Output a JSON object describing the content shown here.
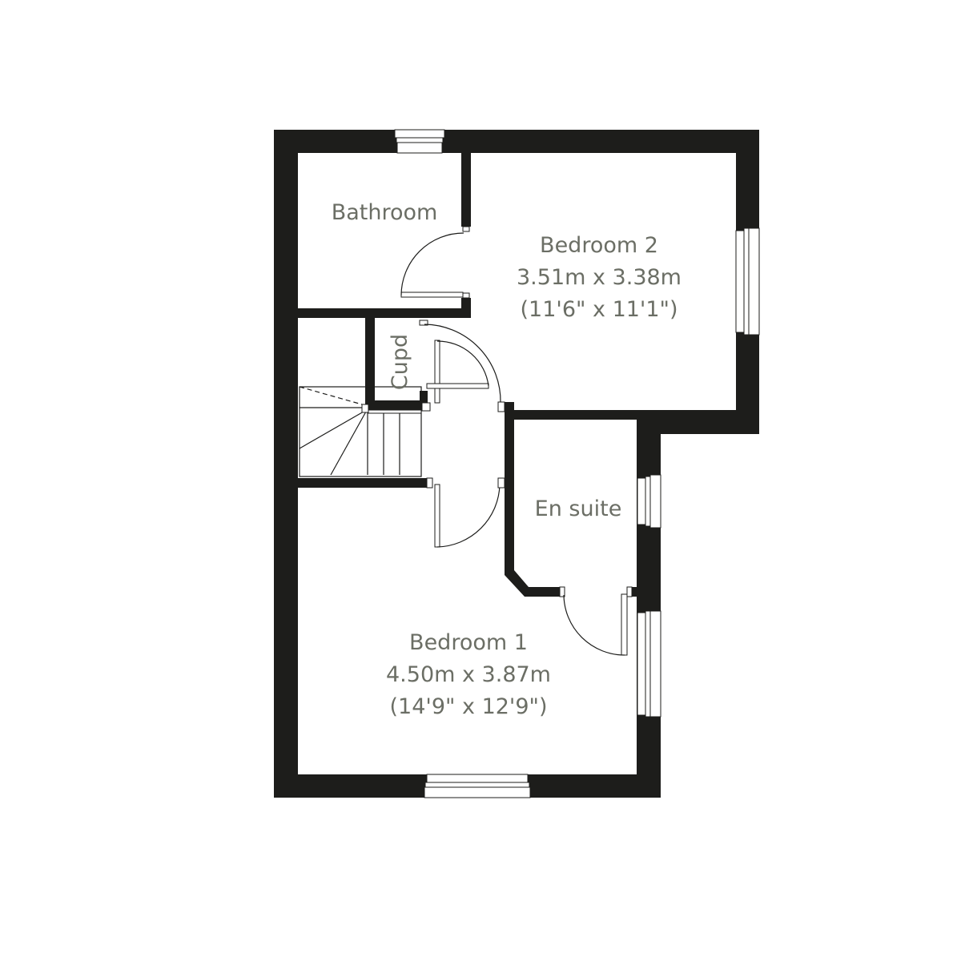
{
  "floorplan": {
    "colors": {
      "wall": "#1d1d1b",
      "label": "#6b6e65",
      "background": "#ffffff"
    },
    "rooms": [
      {
        "id": "bathroom",
        "name": "Bathroom",
        "dims_metric": "",
        "dims_imperial": ""
      },
      {
        "id": "bedroom2",
        "name": "Bedroom 2",
        "dims_metric": "3.51m x 3.38m",
        "dims_imperial": "(11'6\" x 11'1\")"
      },
      {
        "id": "cupd",
        "name": "Cupd",
        "dims_metric": "",
        "dims_imperial": ""
      },
      {
        "id": "ensuite",
        "name": "En suite",
        "dims_metric": "",
        "dims_imperial": ""
      },
      {
        "id": "bedroom1",
        "name": "Bedroom 1",
        "dims_metric": "4.50m x 3.87m",
        "dims_imperial": "(14'9\" x 12'9\")"
      }
    ],
    "features": {
      "windows": [
        "bathroom-top",
        "bedroom2-right",
        "ensuite-right",
        "bedroom1-right",
        "bedroom1-bottom"
      ],
      "doors": [
        "bathroom-door",
        "bedroom2-door",
        "cupboard-door",
        "bedroom1-door",
        "ensuite-door"
      ],
      "stairs": "stairwell"
    }
  }
}
